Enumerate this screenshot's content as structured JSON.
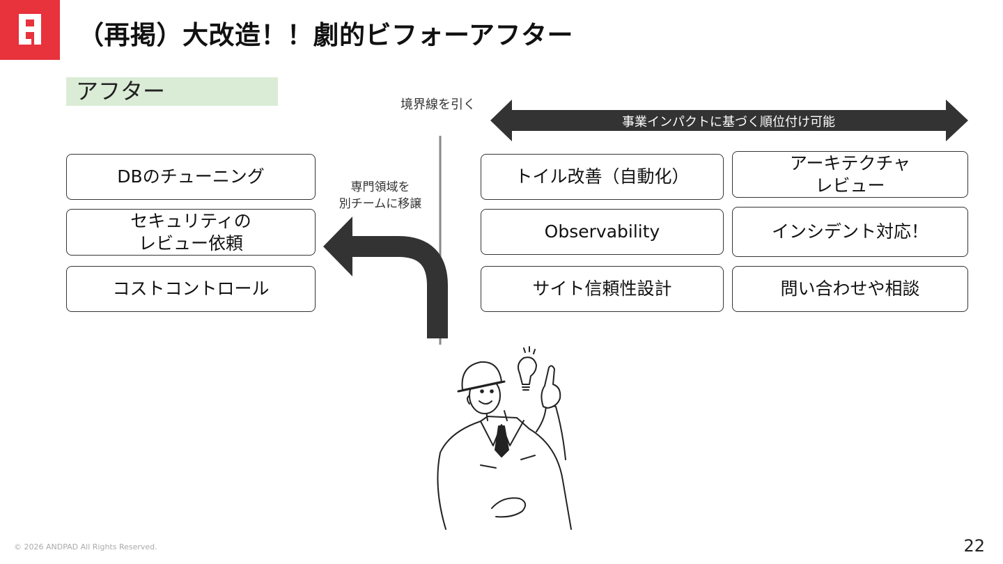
{
  "header": {
    "title": "（再掲）大改造！！劇的ビフォーアフター"
  },
  "section_label": "アフター",
  "boundary_label": "境界線を引く",
  "impact_arrow_label": "事業インパクトに基づく順位付け可能",
  "handoff_label": "専門領域を\n別チームに移譲",
  "left_boxes": [
    "DBのチューニング",
    "セキュリティの\nレビュー依頼",
    "コストコントロール"
  ],
  "right_boxes": [
    "トイル改善（自動化）",
    "アーキテクチャ\nレビュー",
    "Observability",
    "インシデント対応！",
    "サイト信頼性設計",
    "問い合わせや相談"
  ],
  "footer": {
    "copyright": "© 2026 ANDPAD All Rights Reserved.",
    "page_number": "22"
  },
  "colors": {
    "brand": "#e8323c",
    "section_bg": "#dbecd6",
    "arrow": "#333333"
  },
  "icons": {
    "logo": "andpad-logo-icon",
    "illustration": "worker-idea-illustration"
  }
}
